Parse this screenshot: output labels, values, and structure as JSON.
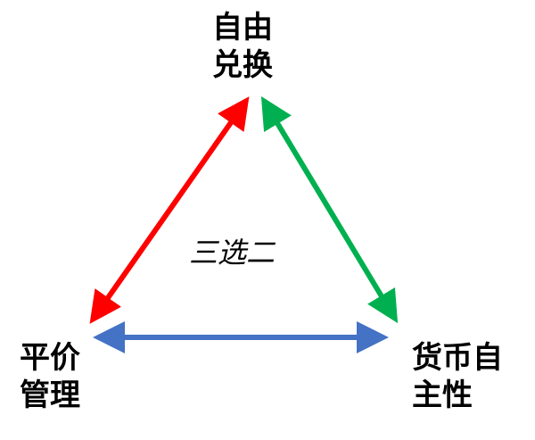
{
  "nodes": {
    "top": {
      "line1": "自由",
      "line2": "兑换"
    },
    "left": {
      "line1": "平价",
      "line2": "管理"
    },
    "right": {
      "line1": "货币自",
      "line2": "主性"
    }
  },
  "center": {
    "text": "三选二"
  },
  "edges": [
    {
      "from": "left",
      "to": "top",
      "color": "#ff0000"
    },
    {
      "from": "top",
      "to": "right",
      "color": "#00b050"
    },
    {
      "from": "left",
      "to": "right",
      "color": "#4472c4"
    }
  ]
}
